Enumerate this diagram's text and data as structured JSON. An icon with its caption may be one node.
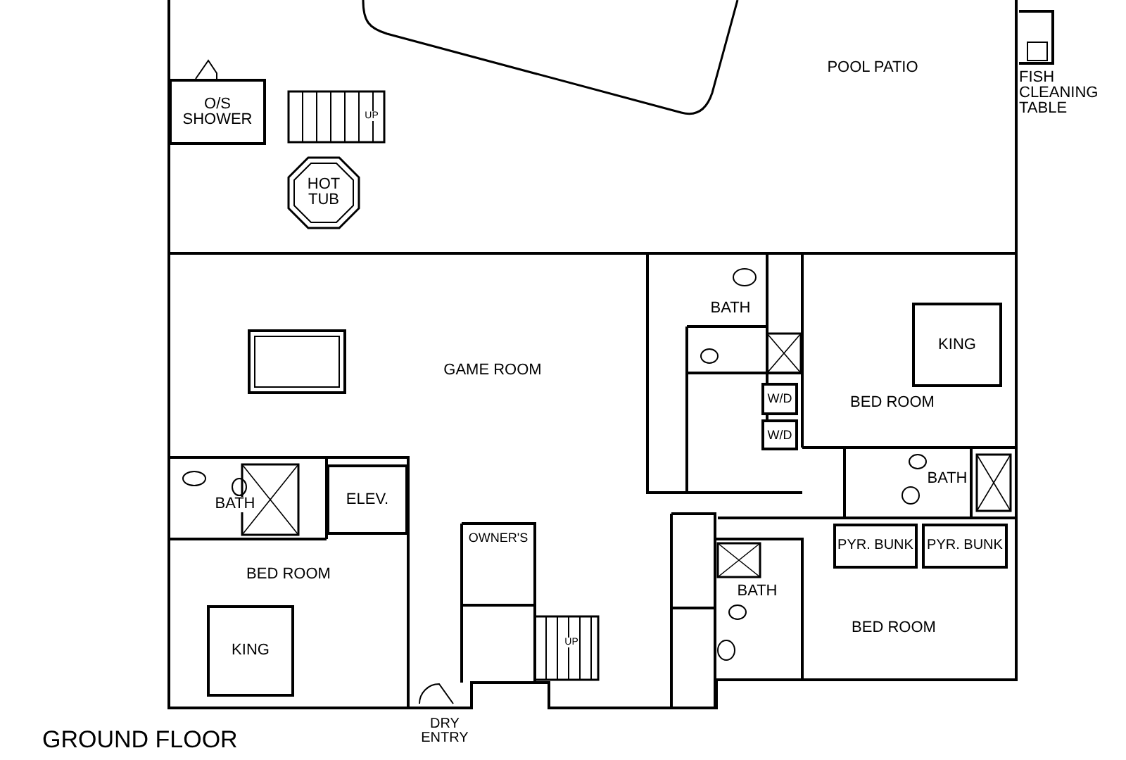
{
  "diagram": {
    "title": "GROUND FLOOR",
    "nodes": [
      {
        "text": [
          "O/S SHOWER"
        ]
      },
      {
        "text": [
          "HOT TUB"
        ]
      },
      {
        "text": [
          "KING"
        ]
      },
      {
        "text": [
          "W/D"
        ]
      },
      {
        "text": [
          "W/D"
        ]
      },
      {
        "text": [
          "ELEV."
        ]
      },
      {
        "text": [
          "PYR. BUNK"
        ]
      },
      {
        "text": [
          "PYR. BUNK"
        ]
      },
      {
        "text": [
          "KING"
        ]
      }
    ],
    "labels": [
      "POOL PATIO",
      "FISH CLEANING TABLE",
      "UP",
      "BATH",
      "GAME ROOM",
      "BED ROOM",
      "BATH",
      "BATH",
      "OWNER'S",
      "BED ROOM",
      "BATH",
      "BED ROOM",
      "UP",
      "DRY ENTRY"
    ]
  }
}
